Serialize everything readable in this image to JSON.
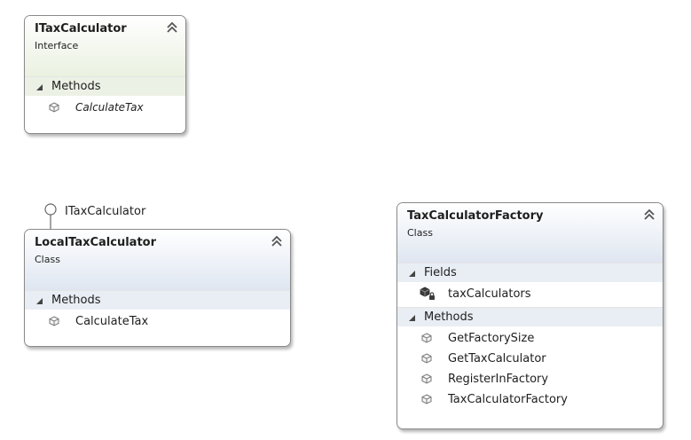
{
  "shapes": {
    "itax_calculator": {
      "title": "ITaxCalculator",
      "kind": "Interface",
      "compartments": {
        "methods": {
          "label": "Methods",
          "items": [
            "CalculateTax"
          ]
        }
      }
    },
    "local_tax_calculator": {
      "title": "LocalTaxCalculator",
      "kind": "Class",
      "implements_label": "ITaxCalculator",
      "compartments": {
        "methods": {
          "label": "Methods",
          "items": [
            "CalculateTax"
          ]
        }
      }
    },
    "tax_calculator_factory": {
      "title": "TaxCalculatorFactory",
      "kind": "Class",
      "compartments": {
        "fields": {
          "label": "Fields",
          "items": [
            "taxCalculators"
          ]
        },
        "methods": {
          "label": "Methods",
          "items": [
            "GetFactorySize",
            "GetTaxCalculator",
            "RegisterInFactory",
            "TaxCalculatorFactory"
          ]
        }
      }
    }
  },
  "icons": {
    "collapse": "double-chevron-up-icon",
    "compartment_expander": "triangle-expanded-icon",
    "method": "method-cube-icon",
    "private_field": "private-field-icon",
    "interface_lollipop": "lollipop-interface-icon"
  },
  "colors": {
    "interface_header": "#eaf1e1",
    "class_header": "#dfe6f1",
    "border": "#8a8a8a"
  }
}
